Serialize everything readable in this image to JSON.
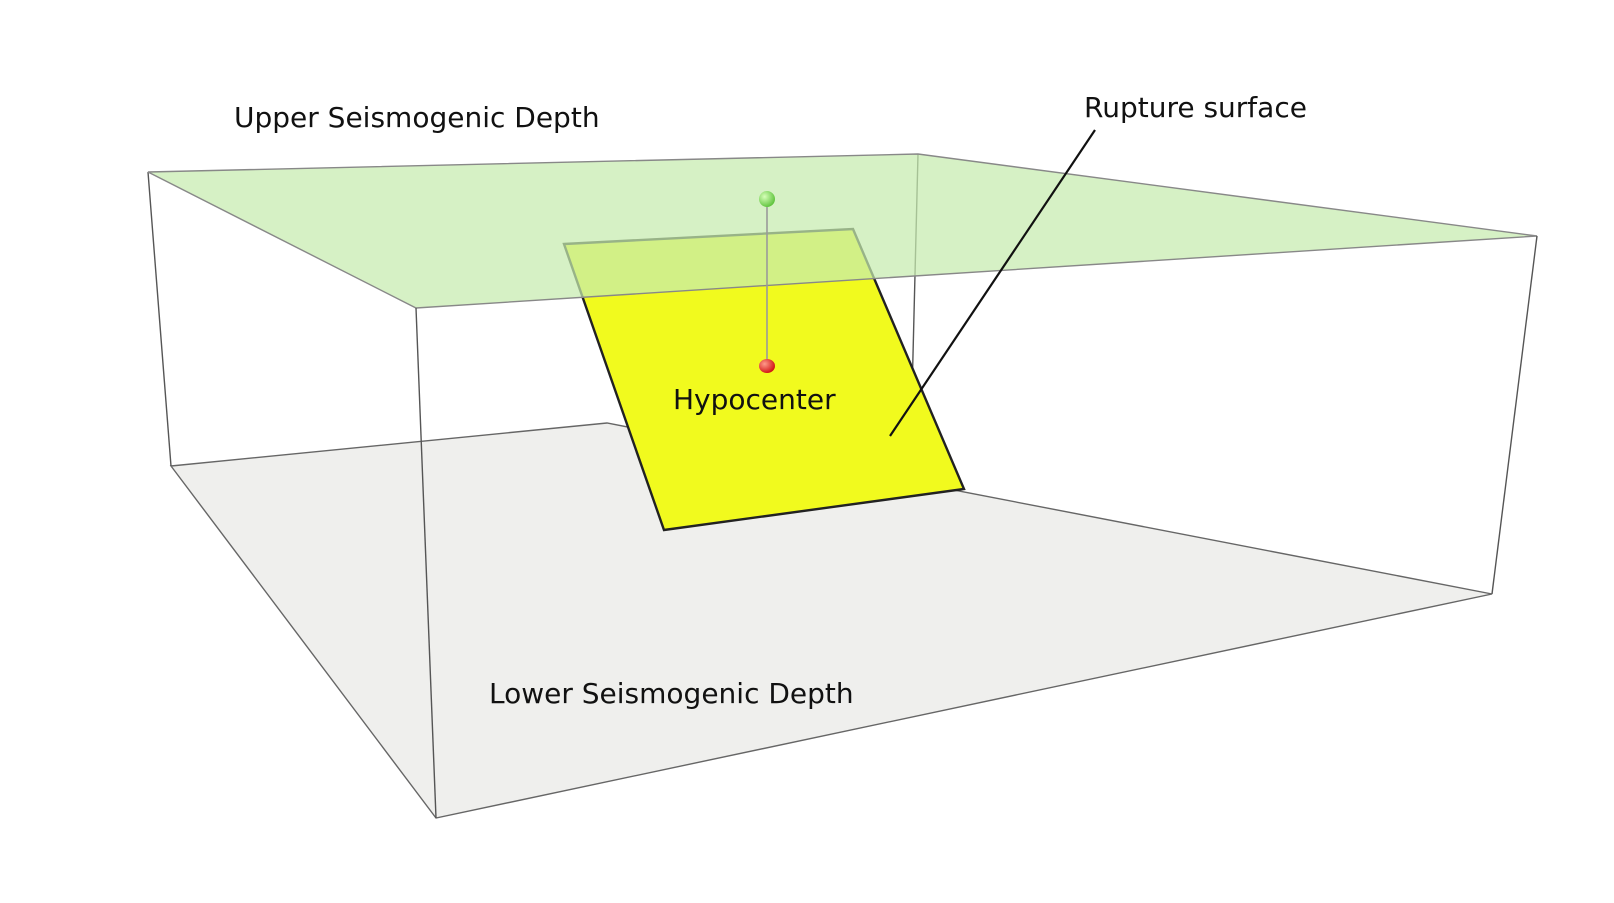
{
  "labels": {
    "upper_depth": "Upper Seismogenic Depth",
    "lower_depth": "Lower Seismogenic Depth",
    "rupture_surface": "Rupture surface",
    "hypocenter": "Hypocenter"
  },
  "colors": {
    "upper_plane_fill": "#d8f2c8",
    "upper_plane_edge": "#888888",
    "lower_plane_fill": "#efefed",
    "box_edge": "#555555",
    "rupture_fill": "#f1fa1e",
    "rupture_edge": "#222222",
    "hypocenter_point": "#e8221b",
    "surface_projection_point": "#8ee05a",
    "projection_line": "#9a9a9a",
    "leader_line": "#111111"
  }
}
